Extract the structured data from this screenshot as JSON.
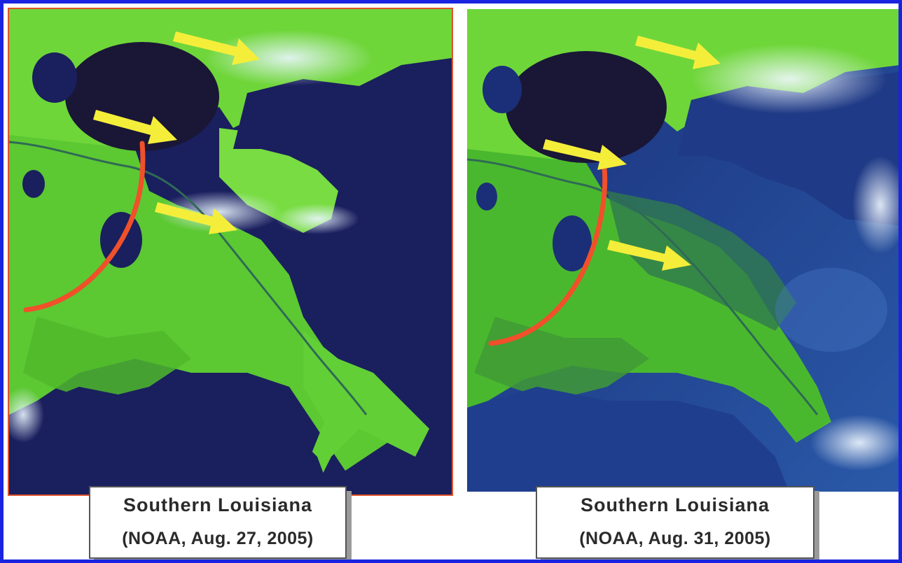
{
  "panels": [
    {
      "id": "left",
      "caption_line1": "Southern Louisiana",
      "caption_line2": "(NOAA, Aug. 27, 2005)"
    },
    {
      "id": "right",
      "caption_line1": "Southern Louisiana",
      "caption_line2": "(NOAA, Aug. 31, 2005)"
    }
  ],
  "colors": {
    "frame_border": "#1a24e0",
    "land": "#6fd63a",
    "water_left": "#1a1f5e",
    "water_right": "#1c3a8a",
    "arrow": "#f4ee3a",
    "curve": "#f0502a"
  }
}
